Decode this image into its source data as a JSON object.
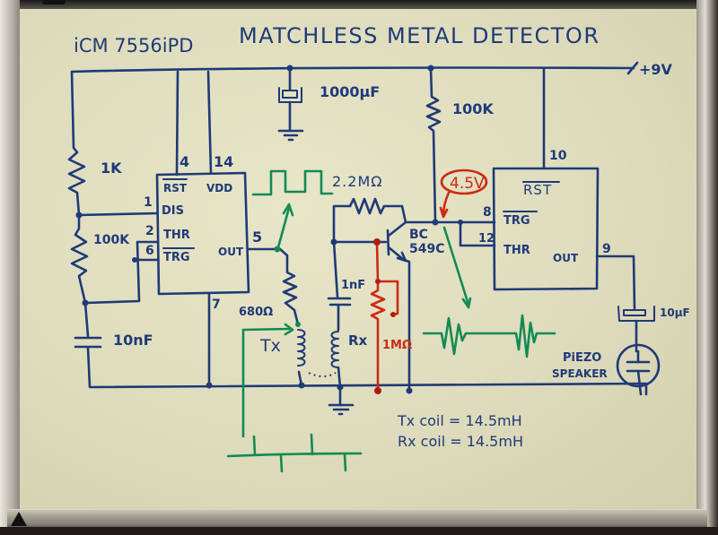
{
  "title": "MATCHLESS METAL DETECTOR",
  "chip": "iCM 7556iPD",
  "supply": "+9V",
  "colors": {
    "ink": "#1f3a78",
    "annotation_red": "#cc2a14",
    "waveform_green": "#138a55",
    "board": "#e2dfc2"
  },
  "components": {
    "r_1k": "1K",
    "r_100k_left": "100K",
    "c_10nf": "10nF",
    "c_1000uf": "1000µF",
    "r_100k_top": "100K",
    "r_2_2m": "2.2MΩ",
    "r_680": "680Ω",
    "tx_coil": "Tx",
    "rx_coil": "Rx",
    "c_1nf": "1nF",
    "pot_1m": "1MΩ",
    "transistor_line1": "BC",
    "transistor_line2": "549C",
    "c_10uf": "10µF",
    "piezo_line1": "PiEZO",
    "piezo_line2": "SPEAKER"
  },
  "ic_left": {
    "pins": {
      "rst_num": "4",
      "vdd_num": "14",
      "dis_num": "1",
      "thr_num": "2",
      "trg_num": "6",
      "out_num": "5",
      "gnd_num": "7"
    },
    "labels": {
      "rst": "RST",
      "vdd": "VDD",
      "dis": "DIS",
      "thr": "THR",
      "trg": "TRG",
      "out": "OUT"
    }
  },
  "ic_right": {
    "pins": {
      "rst_num": "10",
      "trg_num": "8",
      "thr_num": "12",
      "out_num": "9"
    },
    "labels": {
      "rst": "RST",
      "trg": "TRG",
      "thr": "THR",
      "out": "OUT"
    }
  },
  "annotations": {
    "bias_voltage": "4.5V",
    "note_tx": "Tx coil = 14.5mH",
    "note_rx": "Rx coil = 14.5mH"
  }
}
